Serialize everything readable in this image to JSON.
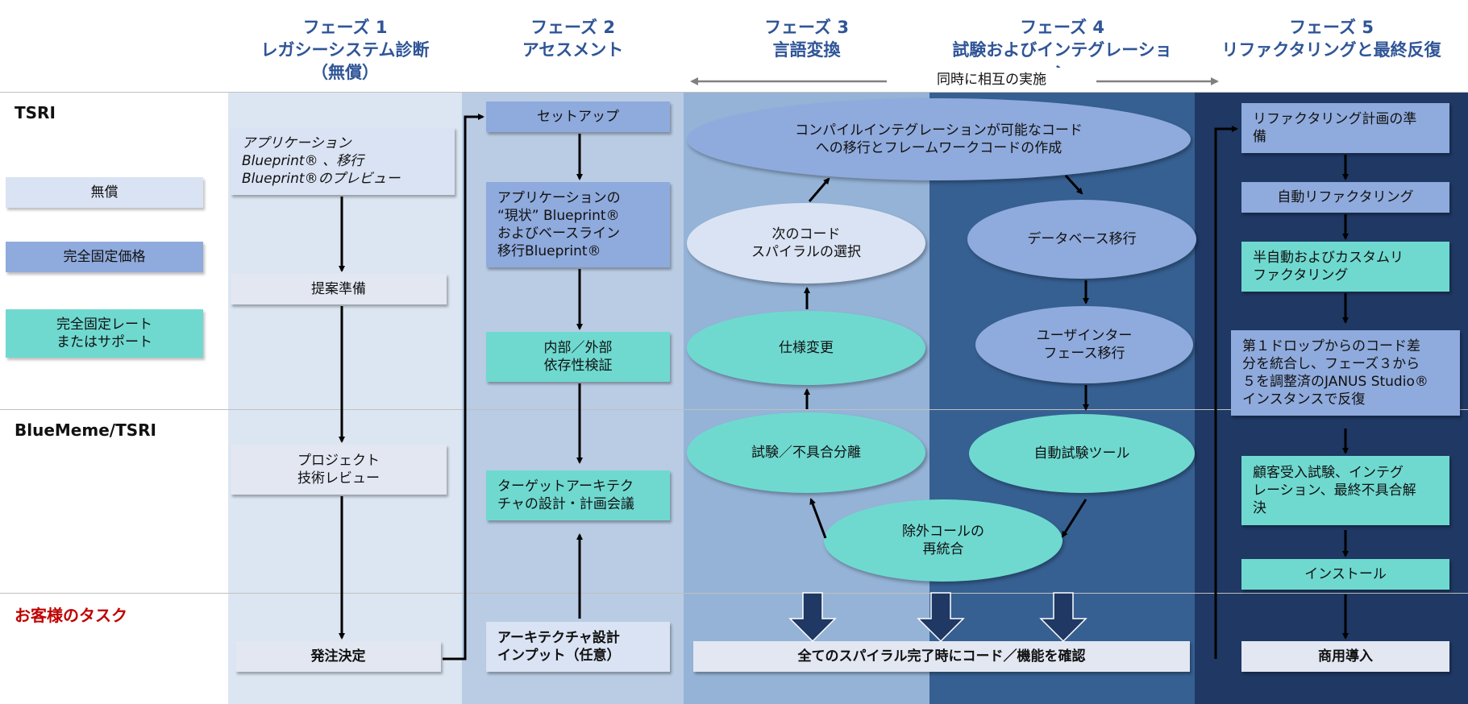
{
  "phases": [
    {
      "title": "フェーズ 1\nレガシーシステム診断\n（無償）"
    },
    {
      "title": "フェーズ 2\nアセスメント"
    },
    {
      "title": "フェーズ 3\n言語変換"
    },
    {
      "title": "フェーズ 4\n試験およびインテグレーショ\nン"
    },
    {
      "title": "フェーズ 5\nリファクタリングと最終反復"
    }
  ],
  "concurrent_label": "同時に相互の実施",
  "rows": {
    "tsri": "TSRI",
    "bluememe": "BlueMeme/TSRI",
    "customer": "お客様のタスク"
  },
  "legend": {
    "free": "無償",
    "fixed_price": "完全固定価格",
    "fixed_rate": "完全固定レート\nまたはサポート"
  },
  "phase1": {
    "preview": "アプリケーション\nBlueprint® 、移行\nBlueprint®のプレビュー",
    "proposal": "提案準備",
    "review": "プロジェクト\n技術レビュー",
    "order": "発注決定"
  },
  "phase2": {
    "setup": "セットアップ",
    "asis": "アプリケーションの\n“現状” Blueprint®\nおよびベースライン\n移行Blueprint®",
    "deps": "内部／外部\n依存性検証",
    "target": "ターゲットアーキテク\nチャの設計・計画会議",
    "input": "アーキテクチャ設計\nインプット（任意）"
  },
  "phase34": {
    "migrate": "コンパイルインテグレーションが可能なコード\nへの移行とフレームワークコードの作成",
    "next": "次のコード\nスパイラルの選択",
    "spec": "仕様変更",
    "test": "試験／不具合分離",
    "db": "データベース移行",
    "ui": "ユーザインター\nフェース移行",
    "auto_test": "自動試験ツール",
    "reintegrate": "除外コールの\n再統合",
    "confirm": "全てのスパイラル完了時にコード／機能を確認"
  },
  "phase5": {
    "plan": "リファクタリング計画の準\n備",
    "auto": "自動リファクタリング",
    "semi": "半自動およびカスタムリ\nファクタリング",
    "integrate": "第１ドロップからのコード差\n分を統合し、フェーズ３から\n５を調整済のJANUS Studio®\nインスタンスで反復",
    "uat": "顧客受入試験、インテグ\nレーション、最終不具合解\n決",
    "install": "インストール",
    "deploy": "商用導入"
  },
  "colors": {
    "free": "#dae3f3",
    "fixed_price": "#8faadc",
    "fixed_rate": "#6fd9d0",
    "title": "#2f5597",
    "customer_label": "#c00000"
  }
}
